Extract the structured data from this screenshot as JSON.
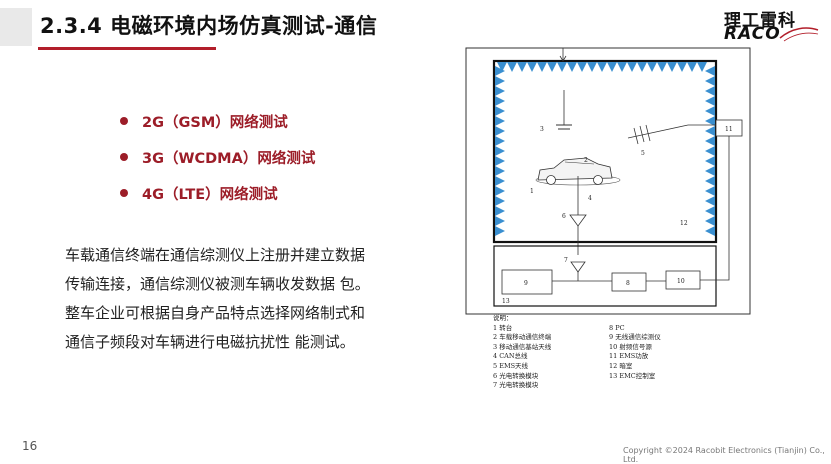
{
  "header": {
    "title": "2.3.4 电磁环境内场仿真测试-通信",
    "logo_cn": "理工雷科",
    "logo_en": "RACO"
  },
  "bullets": [
    {
      "label": "2G（GSM）网络测试"
    },
    {
      "label": "3G（WCDMA）网络测试"
    },
    {
      "label": "4G（LTE）网络测试"
    }
  ],
  "paragraph": {
    "lines": [
      "车载通信终端在通信综测仪上注册并建立数据",
      "传输连接，通信综测仪被测车辆收发数据 包。",
      "整车企业可根据自身产品特点选择网络制式和",
      "通信子频段对车辆进行电磁抗扰性 能测试。"
    ]
  },
  "diagram": {
    "labels": {
      "n1": "1",
      "n2": "2",
      "n3": "3",
      "n4": "4",
      "n5": "5",
      "n6": "6",
      "n7": "7",
      "n8": "8",
      "n9": "9",
      "n10": "10",
      "n11": "11",
      "n12": "12",
      "n13": "13"
    },
    "legend_head": "说明：",
    "legend_left": [
      "1 转台",
      "2 车载移动通信终端",
      "3 移动通信基站天线",
      "4 CAN总线",
      "5 EMS天线",
      "6 光电转换模块",
      "7 光电转换模块"
    ],
    "legend_right": [
      "8 PC",
      "9 无线通信综测仪",
      "10 射频信号源",
      "11 EMS功放",
      "12 暗室",
      "13 EMC控制室"
    ]
  },
  "footer": {
    "page_number": "16",
    "copyright": "Copyright ©2024 Racobit Electronics (Tianjin) Co., Ltd."
  },
  "colors": {
    "accent": "#9c1d28",
    "rule": "#b21e2a",
    "absorber": "#3a8fd0"
  }
}
